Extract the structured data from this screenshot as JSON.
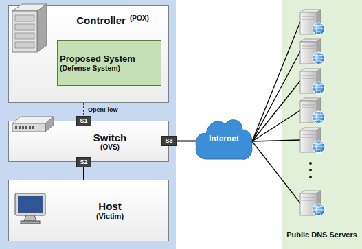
{
  "diagram": {
    "nodes": [
      {
        "text": [
          "Controller",
          "(POX)"
        ]
      },
      {
        "text": [
          "Proposed System",
          "(Defense System)"
        ],
        "in": 0
      },
      {
        "text": [
          "Switch",
          "(OVS)"
        ]
      },
      {
        "text": [
          "S1"
        ],
        "in": 2
      },
      {
        "text": [
          "S3"
        ],
        "in": 2
      },
      {
        "text": [
          "S2"
        ],
        "in": 2
      },
      {
        "text": [
          "Host",
          "(Victim)"
        ]
      },
      {
        "text": [
          "Internet"
        ]
      },
      {
        "text": [
          "Public DNS Servers"
        ]
      }
    ],
    "edges": [
      {
        "from": 0,
        "to": 3,
        "label": "OpenFlow",
        "arrow": "none"
      },
      {
        "from": 5,
        "to": 6,
        "arrow": "none"
      },
      {
        "from": 4,
        "to": 7,
        "arrow": "none"
      }
    ]
  }
}
